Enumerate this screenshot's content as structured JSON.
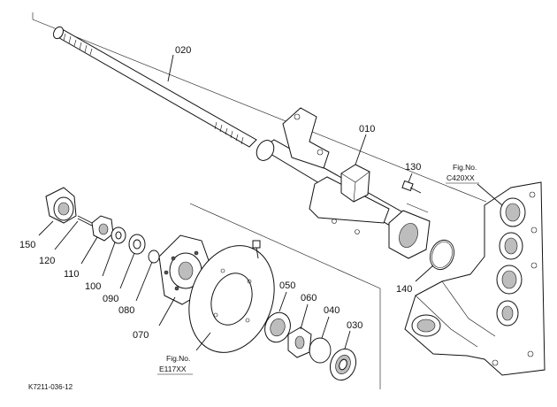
{
  "diagram_code": "K7211-036-12",
  "part_labels": {
    "p010": "010",
    "p020": "020",
    "p030": "030",
    "p040": "040",
    "p050": "050",
    "p060": "060",
    "p070": "070",
    "p080": "080",
    "p090": "090",
    "p100": "100",
    "p110": "110",
    "p120": "120",
    "p130": "130",
    "p140": "140",
    "p150": "150"
  },
  "figure_refs": {
    "top": {
      "label": "Fig.No.",
      "code": "C420XX"
    },
    "bottom": {
      "label": "Fig.No.",
      "code": "E117XX"
    }
  }
}
